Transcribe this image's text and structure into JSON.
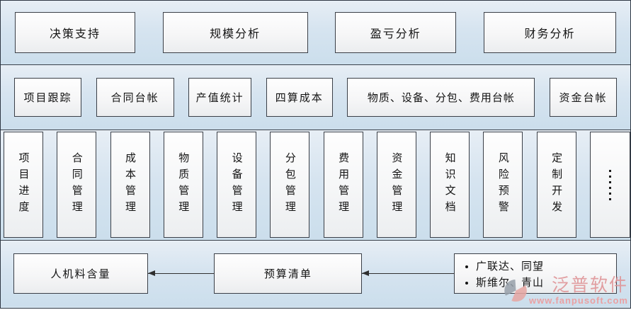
{
  "analysis_boxes": [
    "决策支持",
    "规模分析",
    "盈亏分析",
    "财务分析"
  ],
  "ledger_boxes": [
    "项目跟踪",
    "合同台帐",
    "产值统计",
    "四算成本",
    "物质、设备、分包、费用台帐",
    "资金台帐"
  ],
  "module_boxes": [
    "项目进度",
    "合同管理",
    "成本管理",
    "物质管理",
    "设备管理",
    "分包管理",
    "费用管理",
    "资金管理",
    "知识文档",
    "风险预警",
    "定制开发"
  ],
  "flow": {
    "target_box": "人机料含量",
    "middle_box": "预算清单",
    "source_items": [
      "广联达、同望",
      "斯维尔、青山"
    ]
  },
  "watermark": {
    "brand": "泛普软件",
    "url": "www.fanpusoft.com"
  },
  "colors": {
    "band_blue": "#d3e2ee",
    "box_border": "#3a3f47",
    "box_fill": "#f6f6f7",
    "watermark_pink": "#e09598"
  }
}
